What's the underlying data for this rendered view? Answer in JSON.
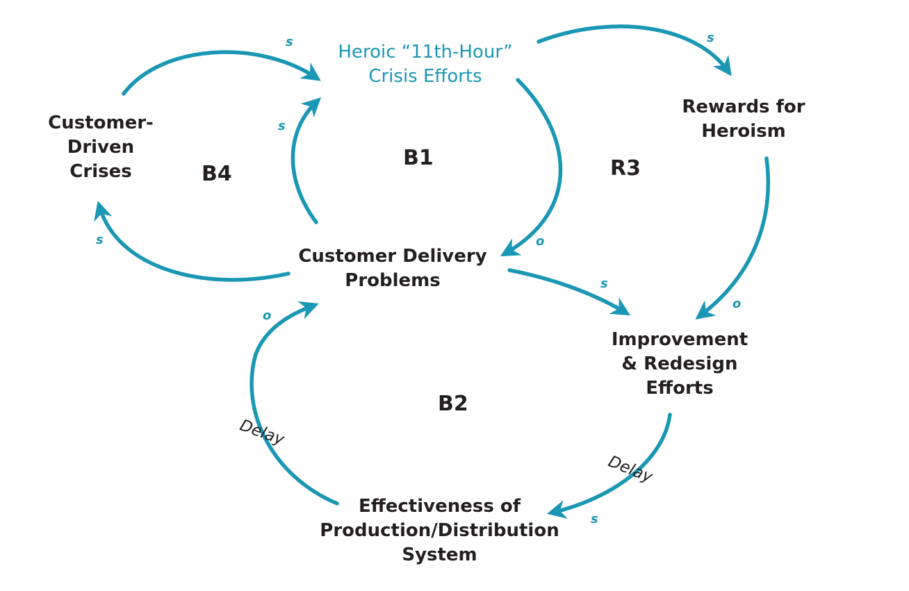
{
  "diagram": {
    "accent_color": "#1a97b4",
    "text_color": "#231f20",
    "nodes": {
      "heroic": {
        "lines": [
          "Heroic “11th-Hour”",
          "Crisis Efforts"
        ]
      },
      "customer_driven": {
        "lines": [
          "Customer-",
          "Driven",
          "Crises"
        ]
      },
      "rewards": {
        "lines": [
          "Rewards for",
          "Heroism"
        ]
      },
      "delivery": {
        "lines": [
          "Customer Delivery",
          "Problems"
        ]
      },
      "improvement": {
        "lines": [
          "Improvement",
          "& Redesign",
          "Efforts"
        ]
      },
      "effectiveness": {
        "lines": [
          "Effectiveness of",
          "Production/Distribution",
          "System"
        ]
      }
    },
    "loops": {
      "b1": "B1",
      "b2": "B2",
      "b4": "B4",
      "r3": "R3"
    },
    "polarity": {
      "same": "s",
      "opposite": "o"
    },
    "delay_label": "Delay"
  }
}
